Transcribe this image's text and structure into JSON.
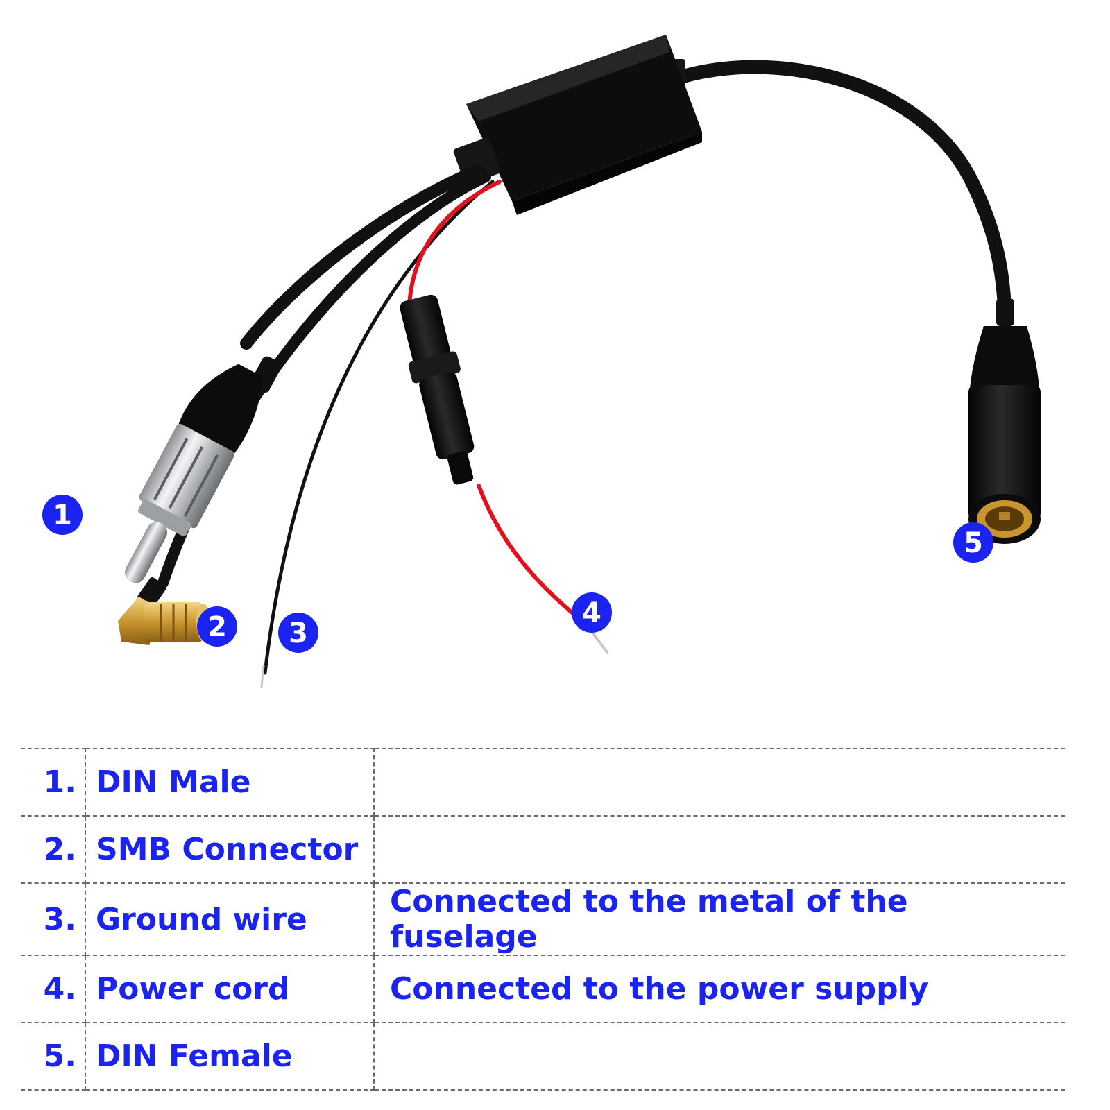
{
  "badges": [
    "1",
    "2",
    "3",
    "4",
    "5"
  ],
  "legend": {
    "rows": [
      {
        "num": "1.",
        "name": "DIN Male",
        "desc": ""
      },
      {
        "num": "2.",
        "name": "SMB Connector",
        "desc": ""
      },
      {
        "num": "3.",
        "name": "Ground wire",
        "desc": "Connected to the metal of the fuselage"
      },
      {
        "num": "4.",
        "name": "Power cord",
        "desc": "Connected to the power supply"
      },
      {
        "num": "5.",
        "name": "DIN Female",
        "desc": ""
      }
    ]
  },
  "colors": {
    "accent_blue": "#1b23f0",
    "cable": "#111111",
    "power_wire": "#e3101e",
    "gold": "#c9962e",
    "chrome": "#b9bcbf"
  }
}
